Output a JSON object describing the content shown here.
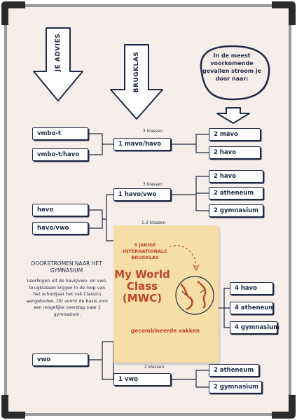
{
  "arrows": {
    "advies": "JE ADVIES",
    "brugklas": "BRUGKLAS"
  },
  "bubble": "In de meest voorkomende gevallen stroom je door naar:",
  "advice_boxes": {
    "vmbo_t": "vmbo-t",
    "vmbo_t_havo": "vmbo-t/havo",
    "havo": "havo",
    "havo_vwo": "havo/vwo",
    "vwo": "vwo"
  },
  "brugklas_boxes": {
    "mavo_havo": "1 mavo/havo",
    "havo_vwo": "1 havo/vwo",
    "vwo": "1 vwo"
  },
  "labels": {
    "klassen_3a": "3 klassen",
    "klassen_3b": "3 klassen",
    "klassen_12": "1-2 klassen",
    "klassen_2": "2 klassen"
  },
  "outcomes": {
    "mavo2": "2 mavo",
    "havo2a": "2 havo",
    "havo2b": "2 havo",
    "atheneum2a": "2 atheneum",
    "gymnasium2a": "2 gymnasium",
    "havo4": "4 havo",
    "atheneum4": "4 atheneum",
    "gymnasium4": "4 gymnasium",
    "atheneum2b": "2 atheneum",
    "gymnasium2b": "2 gymnasium"
  },
  "note": {
    "header": "3 JARIGE INTERNATIONALE BRUGKLAS",
    "title": "My World Class (MWC)",
    "subtitle": "gecombineerde vakken"
  },
  "side": {
    "title": "DOORSTROMEN NAAR HET GYMNASIUM",
    "body": "Leerlingen uit de havo/vwo- en vwo-brugklassen krijgen in de loop van het schooljaar het vak Classics aangeboden. Dit vormt de basis voor een mogelijke overstap naar 2 gymnasium."
  },
  "colors": {
    "ink": "#1f2a44",
    "note": "#f5dfa6",
    "accent": "#c1452c",
    "board": "#f6eeea"
  }
}
